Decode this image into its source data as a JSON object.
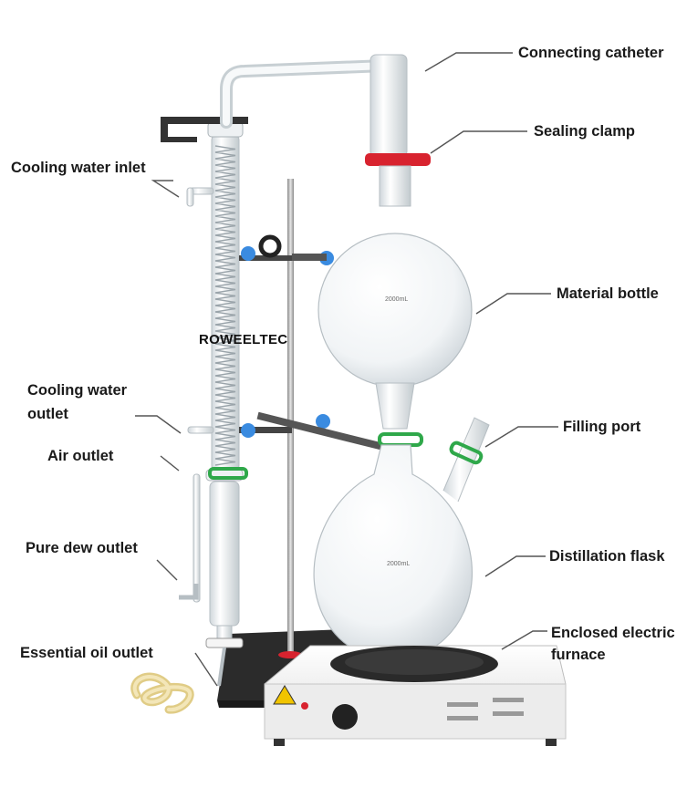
{
  "brand": "ROWEELTEC",
  "flask_volume": "2000mL",
  "labels": {
    "connecting_catheter": "Connecting catheter",
    "sealing_clamp": "Sealing clamp",
    "cooling_water_inlet": "Cooling water inlet",
    "material_bottle": "Material bottle",
    "cooling_water_outlet_1": "Cooling water",
    "cooling_water_outlet_2": "outlet",
    "filling_port": "Filling port",
    "air_outlet": "Air outlet",
    "pure_dew_outlet": "Pure dew outlet",
    "distillation_flask": "Distillation flask",
    "essential_oil_outlet": "Essential oil outlet",
    "enclosed_furnace_1": "Enclosed electric",
    "enclosed_furnace_2": "furnace"
  },
  "colors": {
    "label_text": "#1a1a1a",
    "leader_line": "#555555",
    "clamp_red": "#d8232f",
    "clip_green": "#2fa84a",
    "knob_blue": "#3a8be0",
    "tubing": "#e9d79a",
    "base_dark": "#2b2b2b",
    "stove_white": "#f3f3f3"
  }
}
